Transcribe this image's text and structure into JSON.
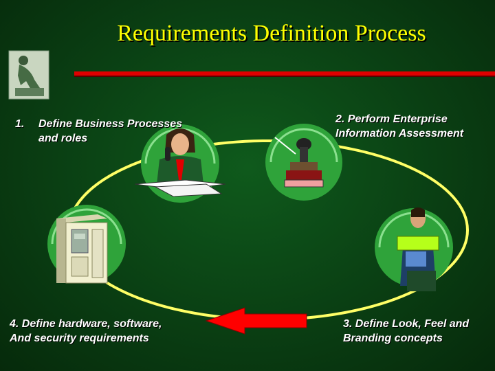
{
  "slide": {
    "title": "Requirements Definition Process",
    "step1_number": "1.",
    "step1_line1": "Define Business Processes",
    "step1_line2": "and roles",
    "step2_line1": "2. Perform Enterprise",
    "step2_line2": "Information Assessment",
    "step3_line1": "3. Define Look, Feel and",
    "step3_line2": "Branding concepts",
    "step4_line1": "4. Define hardware, software,",
    "step4_line2": "And security requirements"
  },
  "colors": {
    "title": "#ffff00",
    "rule": "#e00000",
    "ellipse": "#ffff66",
    "arrow": "#ff0000"
  }
}
